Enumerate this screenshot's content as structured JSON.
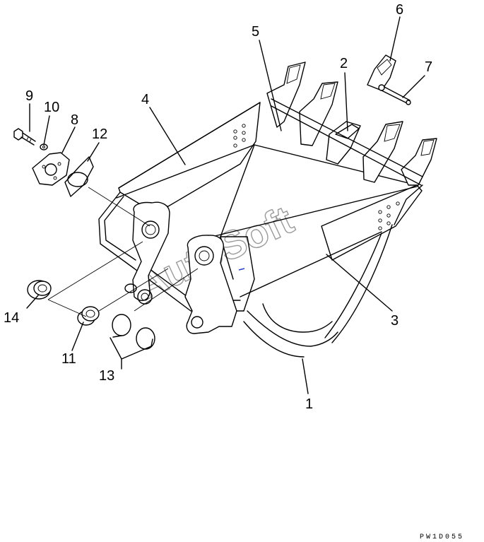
{
  "diagram": {
    "part_numbers": {
      "p1": "1",
      "p2": "2",
      "p3": "3",
      "p4": "4",
      "p5": "5",
      "p6": "6",
      "p7": "7",
      "p8": "8",
      "p9": "9",
      "p10": "10",
      "p11": "11",
      "p12": "12",
      "p13": "13",
      "p14": "14"
    },
    "drawing_code": "PW1D055",
    "watermark": "AutoSoft"
  }
}
